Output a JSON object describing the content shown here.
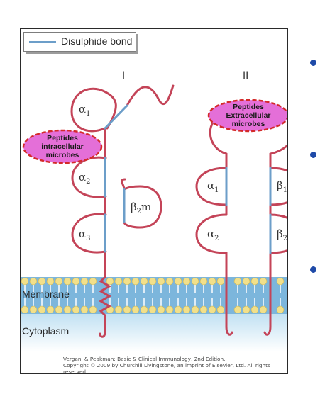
{
  "legend": {
    "label": "Disulphide bond"
  },
  "classes": {
    "class_i": "I",
    "class_ii": "II"
  },
  "domains": {
    "c1_alpha1": [
      "α",
      "1"
    ],
    "c1_alpha2": [
      "α",
      "2"
    ],
    "c1_alpha3": [
      "α",
      "3"
    ],
    "c1_b2m": [
      "β",
      "2",
      "m"
    ],
    "c2_alpha1": [
      "α",
      "1"
    ],
    "c2_alpha2": [
      "α",
      "2"
    ],
    "c2_beta1": [
      "β",
      "1"
    ],
    "c2_beta2": [
      "β",
      "2"
    ]
  },
  "callouts": {
    "intracellular": [
      "Peptides",
      "intracellular",
      "microbes"
    ],
    "extracellular": [
      "Peptides",
      "Extracellular",
      "microbes"
    ]
  },
  "regions": {
    "membrane": "Membrane",
    "cytoplasm": "Cytoplasm"
  },
  "citation": {
    "line1": "Vergani & Peakman: Basic & Clinical Immunology, 2nd Edition.",
    "line2": "Copyright © 2009 by Churchill Livingstone, an imprint of Elsevier, Ltd. All rights reserved."
  },
  "colors": {
    "chain": "#c44458",
    "disulphide": "#6c9ec9",
    "membrane": "#7cb6dc",
    "lipid_head": "#f2e08a",
    "callout_fill": "#e46fd8",
    "callout_border": "#d42a2a",
    "bullet": "#1f4aa8"
  }
}
